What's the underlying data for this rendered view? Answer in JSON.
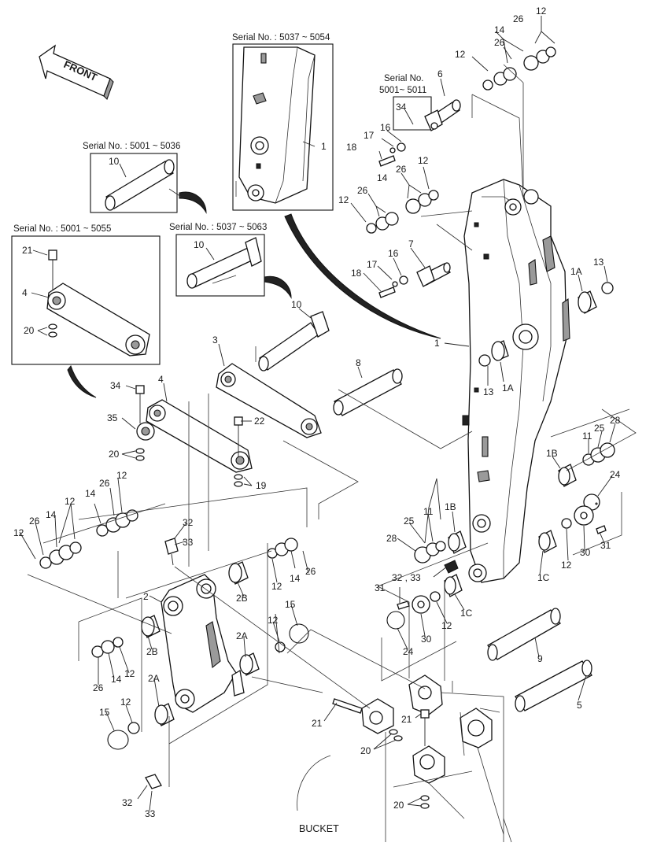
{
  "diagram": {
    "front_label": "FRONT",
    "bucket_label": "BUCKET",
    "serial_boxes": {
      "boom_5037_5054": "Serial No. : 5037 ~ 5054",
      "pin_5001_5011_line1": "Serial No.",
      "pin_5001_5011_line2": "5001~ 5011",
      "pin_5001_5036": "Serial No. : 5001 ~ 5036",
      "pin_5037_5063": "Serial No. : 5037 ~ 5063",
      "link_5001_5055": "Serial No. : 5001 ~ 5055"
    },
    "callouts": [
      {
        "id": "c-12-a",
        "text": "12"
      },
      {
        "id": "c-26-a",
        "text": "26"
      },
      {
        "id": "c-14-a",
        "text": "14"
      },
      {
        "id": "c-26-b",
        "text": "26"
      },
      {
        "id": "c-12-b",
        "text": "12"
      },
      {
        "id": "c-6",
        "text": "6"
      },
      {
        "id": "c-34-a",
        "text": "34"
      },
      {
        "id": "c-17-a",
        "text": "17"
      },
      {
        "id": "c-16-a",
        "text": "16"
      },
      {
        "id": "c-18-a",
        "text": "18"
      },
      {
        "id": "c-26-c",
        "text": "26"
      },
      {
        "id": "c-12-c",
        "text": "12"
      },
      {
        "id": "c-14-b",
        "text": "14"
      },
      {
        "id": "c-26-d",
        "text": "26"
      },
      {
        "id": "c-12-d",
        "text": "12"
      },
      {
        "id": "c-1-a",
        "text": "1"
      },
      {
        "id": "c-10-a",
        "text": "10"
      },
      {
        "id": "c-10-b",
        "text": "10"
      },
      {
        "id": "c-21-a",
        "text": "21"
      },
      {
        "id": "c-4-a",
        "text": "4"
      },
      {
        "id": "c-20-a",
        "text": "20"
      },
      {
        "id": "c-16-b",
        "text": "16"
      },
      {
        "id": "c-7",
        "text": "7"
      },
      {
        "id": "c-17-b",
        "text": "17"
      },
      {
        "id": "c-18-b",
        "text": "18"
      },
      {
        "id": "c-1a-a",
        "text": "1A"
      },
      {
        "id": "c-13-a",
        "text": "13"
      },
      {
        "id": "c-10-c",
        "text": "10"
      },
      {
        "id": "c-1-b",
        "text": "1"
      },
      {
        "id": "c-3",
        "text": "3"
      },
      {
        "id": "c-8",
        "text": "8"
      },
      {
        "id": "c-13-b",
        "text": "13"
      },
      {
        "id": "c-1a-b",
        "text": "1A"
      },
      {
        "id": "c-34-b",
        "text": "34"
      },
      {
        "id": "c-4-b",
        "text": "4"
      },
      {
        "id": "c-35",
        "text": "35"
      },
      {
        "id": "c-22",
        "text": "22"
      },
      {
        "id": "c-20-b",
        "text": "20"
      },
      {
        "id": "c-19",
        "text": "19"
      },
      {
        "id": "c-28-a",
        "text": "28"
      },
      {
        "id": "c-25-a",
        "text": "25"
      },
      {
        "id": "c-11-a",
        "text": "11"
      },
      {
        "id": "c-1b-a",
        "text": "1B"
      },
      {
        "id": "c-24-a",
        "text": "24"
      },
      {
        "id": "c-12-e",
        "text": "12"
      },
      {
        "id": "c-26-e",
        "text": "26"
      },
      {
        "id": "c-14-c",
        "text": "14"
      },
      {
        "id": "c-12-f",
        "text": "12"
      },
      {
        "id": "c-26-f",
        "text": "26"
      },
      {
        "id": "c-14-d",
        "text": "14"
      },
      {
        "id": "c-12-g",
        "text": "12"
      },
      {
        "id": "c-32-a",
        "text": "32"
      },
      {
        "id": "c-33-a",
        "text": "33"
      },
      {
        "id": "c-25-b",
        "text": "25"
      },
      {
        "id": "c-11-b",
        "text": "11"
      },
      {
        "id": "c-1b-b",
        "text": "1B"
      },
      {
        "id": "c-28-b",
        "text": "28"
      },
      {
        "id": "c-1c-a",
        "text": "1C"
      },
      {
        "id": "c-12-h",
        "text": "12"
      },
      {
        "id": "c-30-a",
        "text": "30"
      },
      {
        "id": "c-31-a",
        "text": "31"
      },
      {
        "id": "c-12-i",
        "text": "12"
      },
      {
        "id": "c-14-e",
        "text": "14"
      },
      {
        "id": "c-26-g",
        "text": "26"
      },
      {
        "id": "c-3233",
        "text": "32 , 33"
      },
      {
        "id": "c-1c-b",
        "text": "1C"
      },
      {
        "id": "c-2",
        "text": "2"
      },
      {
        "id": "c-2b-a",
        "text": "2B"
      },
      {
        "id": "c-31-b",
        "text": "31"
      },
      {
        "id": "c-12-j",
        "text": "12"
      },
      {
        "id": "c-15-a",
        "text": "15"
      },
      {
        "id": "c-24-b",
        "text": "24"
      },
      {
        "id": "c-30-b",
        "text": "30"
      },
      {
        "id": "c-2b-b",
        "text": "2B"
      },
      {
        "id": "c-2a-a",
        "text": "2A"
      },
      {
        "id": "c-12-k",
        "text": "12"
      },
      {
        "id": "c-9",
        "text": "9"
      },
      {
        "id": "c-26-h",
        "text": "26"
      },
      {
        "id": "c-14-f",
        "text": "14"
      },
      {
        "id": "c-12-l",
        "text": "12"
      },
      {
        "id": "c-2a-b",
        "text": "2A"
      },
      {
        "id": "c-12-m",
        "text": "12"
      },
      {
        "id": "c-15-b",
        "text": "15"
      },
      {
        "id": "c-5",
        "text": "5"
      },
      {
        "id": "c-21-b",
        "text": "21"
      },
      {
        "id": "c-21-c",
        "text": "21"
      },
      {
        "id": "c-20-c",
        "text": "20"
      },
      {
        "id": "c-20-d",
        "text": "20"
      },
      {
        "id": "c-32-b",
        "text": "32"
      },
      {
        "id": "c-33-b",
        "text": "33"
      }
    ]
  }
}
